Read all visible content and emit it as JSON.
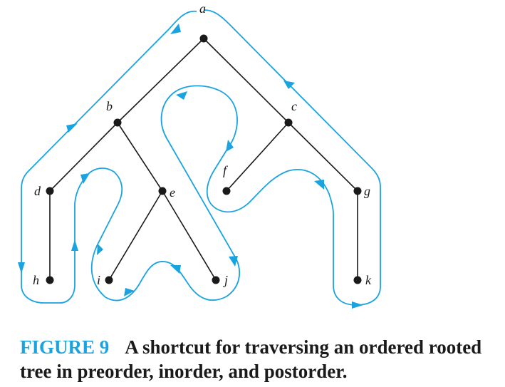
{
  "figure": {
    "number": "FIGURE 9",
    "caption": "A shortcut for traversing an ordered rooted tree in preorder, inorder, and postorder.",
    "colors": {
      "traversal": "#1aa3df",
      "tree": "#1a1a1a",
      "figure_number": "#1aa3df"
    }
  },
  "tree": {
    "nodes": [
      {
        "id": "a",
        "label": "a"
      },
      {
        "id": "b",
        "label": "b"
      },
      {
        "id": "c",
        "label": "c"
      },
      {
        "id": "d",
        "label": "d"
      },
      {
        "id": "e",
        "label": "e"
      },
      {
        "id": "f",
        "label": "f"
      },
      {
        "id": "g",
        "label": "g"
      },
      {
        "id": "h",
        "label": "h"
      },
      {
        "id": "i",
        "label": "i"
      },
      {
        "id": "j",
        "label": "j"
      },
      {
        "id": "k",
        "label": "k"
      }
    ],
    "edges": [
      [
        "a",
        "b"
      ],
      [
        "a",
        "c"
      ],
      [
        "b",
        "d"
      ],
      [
        "b",
        "e"
      ],
      [
        "d",
        "h"
      ],
      [
        "e",
        "i"
      ],
      [
        "e",
        "j"
      ],
      [
        "c",
        "f"
      ],
      [
        "c",
        "g"
      ],
      [
        "g",
        "k"
      ]
    ]
  }
}
